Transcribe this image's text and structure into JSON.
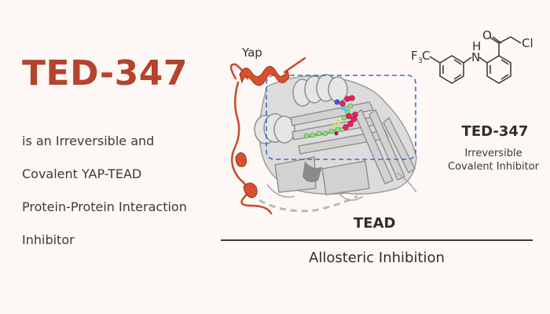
{
  "header": {
    "title": "TED-347"
  },
  "description": {
    "lines": [
      "is an Irreversible and",
      "Covalent YAP-TEAD",
      "Protein-Protein Interaction",
      "Inhibitor"
    ]
  },
  "figure": {
    "yap_label": "Yap",
    "tead_label": "TEAD",
    "mechanism_label": "Allosteric Inhibition",
    "compound": {
      "name": "TED-347",
      "description_lines": [
        "Irreversible",
        "Covalent Inhibitor"
      ],
      "atoms": {
        "cf3_main": "F",
        "cf3_sub": "3",
        "cf3_c": "C",
        "nh_n": "N",
        "nh_h": "H",
        "oxygen": "O",
        "chlorine": "Cl"
      }
    }
  },
  "colors": {
    "background": "#fdf8f6",
    "title": "#b4442b",
    "yap_chain": "#c94a2c",
    "tead_protein": "#c8c8c8",
    "binding_box": "#3b6fc4",
    "text": "#333333"
  }
}
